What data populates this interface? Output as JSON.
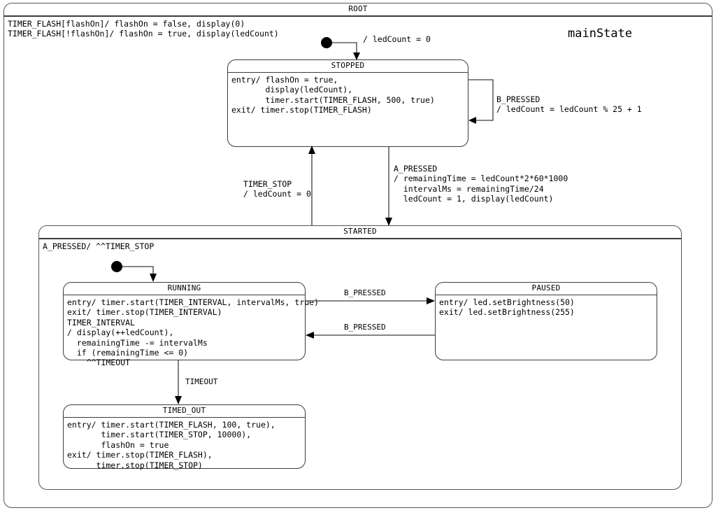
{
  "diagram": {
    "type": "statechart",
    "root": {
      "name": "ROOT",
      "corner_label": "mainState",
      "internal_transitions": "TIMER_FLASH[flashOn]/ flashOn = false, display(0)\nTIMER_FLASH[!flashOn]/ flashOn = true, display(ledCount)"
    },
    "states": {
      "stopped": {
        "name": "STOPPED",
        "body": "entry/ flashOn = true,\n       display(ledCount),\n       timer.start(TIMER_FLASH, 500, true)\nexit/ timer.stop(TIMER_FLASH)"
      },
      "started": {
        "name": "STARTED",
        "internal_transitions": "A_PRESSED/ ^^TIMER_STOP"
      },
      "running": {
        "name": "RUNNING",
        "body": "entry/ timer.start(TIMER_INTERVAL, intervalMs, true)\nexit/ timer.stop(TIMER_INTERVAL)\nTIMER_INTERVAL\n/ display(++ledCount),\n  remainingTime -= intervalMs\n  if (remainingTime <= 0)\n    ^^TIMEOUT"
      },
      "paused": {
        "name": "PAUSED",
        "body": "entry/ led.setBrightness(50)\nexit/ led.setBrightness(255)"
      },
      "timed_out": {
        "name": "TIMED_OUT",
        "body": "entry/ timer.start(TIMER_FLASH, 100, true),\n       timer.start(TIMER_STOP, 10000),\n       flashOn = true\nexit/ timer.stop(TIMER_FLASH),\n      timer.stop(TIMER_STOP)"
      }
    },
    "transitions": {
      "init_root": "/ ledCount = 0",
      "stopped_self": "B_PRESSED\n/ ledCount = ledCount % 25 + 1",
      "started_to_stopped": "TIMER_STOP\n/ ledCount = 0",
      "stopped_to_started": "A_PRESSED\n/ remainingTime = ledCount*2*60*1000\n  intervalMs = remainingTime/24\n  ledCount = 1, display(ledCount)",
      "running_to_paused": "B_PRESSED",
      "paused_to_running": "B_PRESSED",
      "running_to_timed_out": "TIMEOUT"
    },
    "colors": {
      "line": "#3c3c3c",
      "text": "#000000",
      "background": "#ffffff"
    }
  }
}
